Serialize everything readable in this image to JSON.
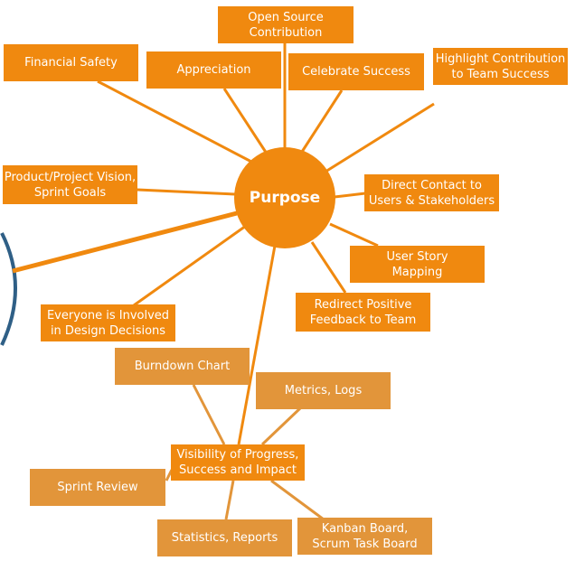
{
  "hub": {
    "label": "Purpose"
  },
  "nodes": {
    "open_source": "Open Source\nContribution",
    "financial_safety": "Financial Safety",
    "appreciation": "Appreciation",
    "celebrate_success": "Celebrate Success",
    "highlight_contribution": "Highlight Contribution\nto Team Success",
    "product_vision": "Product/Project Vision,\nSprint Goals",
    "direct_contact": "Direct Contact to\nUsers & Stakeholders",
    "user_story_mapping": "User Story\nMapping",
    "redirect_feedback": "Redirect Positive\nFeedback to Team",
    "everyone_involved": "Everyone is Involved\nin Design Decisions",
    "burndown_chart": "Burndown Chart",
    "metrics_logs": "Metrics, Logs",
    "visibility": "Visibility of Progress,\nSuccess and Impact",
    "sprint_review": "Sprint Review",
    "statistics_reports": "Statistics, Reports",
    "kanban_board": "Kanban Board,\nScrum Task Board"
  },
  "colors": {
    "primary": "#f0890f",
    "secondary": "#e2953a",
    "outer_arc": "#2f5f86"
  }
}
